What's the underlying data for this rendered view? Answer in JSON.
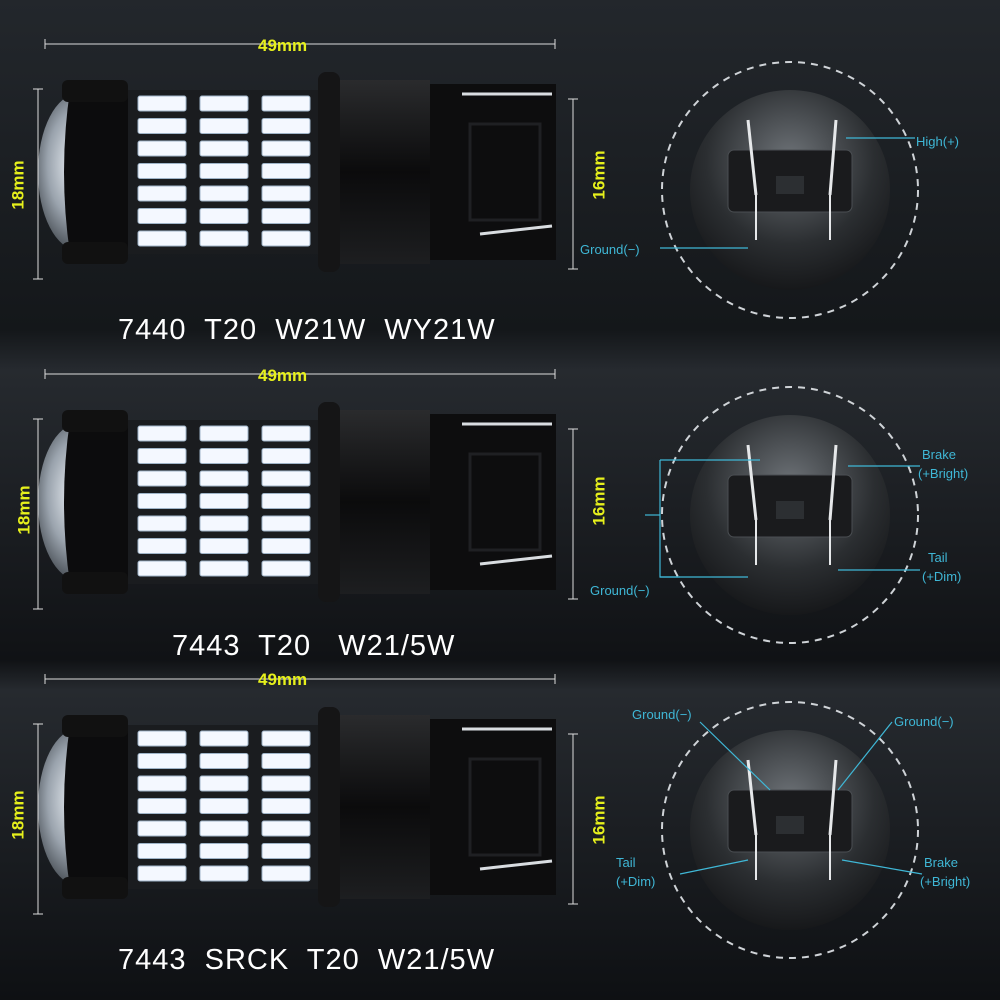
{
  "panels": [
    {
      "length": "49mm",
      "height": "18mm",
      "base": "16mm",
      "model": "7440  T20  W21W  WY21W",
      "pins": {
        "a": "High(+)",
        "b": "Ground(−)"
      }
    },
    {
      "length": "49mm",
      "height": "18mm",
      "base": "16mm",
      "model": "7443  T20   W21/5W",
      "pins": {
        "a": "Brake",
        "a2": "(+Bright)",
        "b": "Tail",
        "b2": "(+Dim)",
        "c": "Ground(−)"
      }
    },
    {
      "length": "49mm",
      "height": "18mm",
      "base": "16mm",
      "model": "7443  SRCK  T20  W21/5W",
      "pins": {
        "a": "Ground(−)",
        "b": "Ground(−)",
        "c": "Tail",
        "c2": "(+Dim)",
        "d": "Brake",
        "d2": "(+Bright)"
      }
    }
  ],
  "colors": {
    "dimension": "#e6f01c",
    "pin_label": "#3fb7d6",
    "led": "#f4f8ff",
    "housing": "#0a0a0b"
  }
}
